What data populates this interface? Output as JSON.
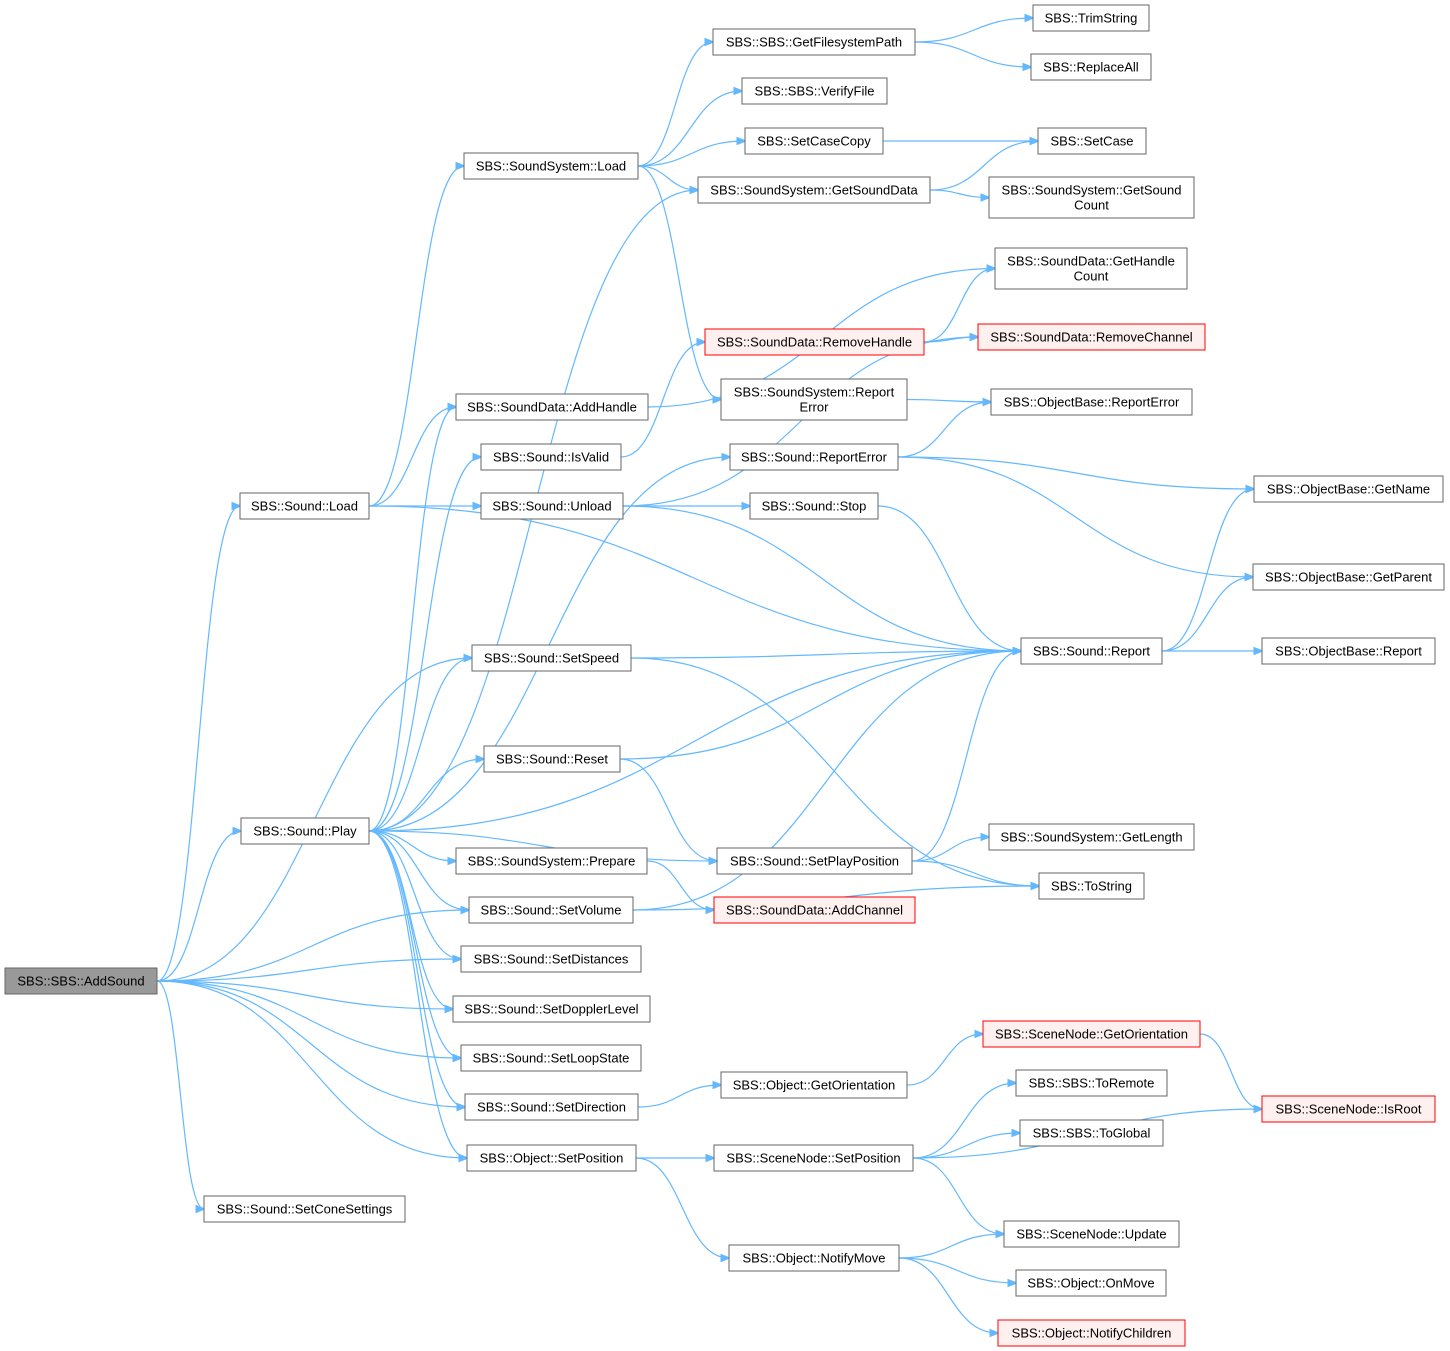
{
  "colors": {
    "edge": "#63b8ff",
    "node_fill": "#ffffff",
    "node_stroke": "#666666",
    "root_fill": "#999999",
    "root_stroke": "#666666",
    "red_fill": "#fff0f0",
    "red_stroke": "#ff0000"
  },
  "nodes": [
    {
      "id": "addsound",
      "label": [
        "SBS::SBS::AddSound"
      ],
      "style": "root"
    },
    {
      "id": "sound_load",
      "label": [
        "SBS::Sound::Load"
      ],
      "style": "normal"
    },
    {
      "id": "sound_play",
      "label": [
        "SBS::Sound::Play"
      ],
      "style": "normal"
    },
    {
      "id": "setconesettings",
      "label": [
        "SBS::Sound::SetConeSettings"
      ],
      "style": "normal"
    },
    {
      "id": "soundsystem_load",
      "label": [
        "SBS::SoundSystem::Load"
      ],
      "style": "normal"
    },
    {
      "id": "sounddata_addhandle",
      "label": [
        "SBS::SoundData::AddHandle"
      ],
      "style": "normal"
    },
    {
      "id": "sound_isvalid",
      "label": [
        "SBS::Sound::IsValid"
      ],
      "style": "normal"
    },
    {
      "id": "sound_unload",
      "label": [
        "SBS::Sound::Unload"
      ],
      "style": "normal"
    },
    {
      "id": "sound_setspeed",
      "label": [
        "SBS::Sound::SetSpeed"
      ],
      "style": "normal"
    },
    {
      "id": "sound_reset",
      "label": [
        "SBS::Sound::Reset"
      ],
      "style": "normal"
    },
    {
      "id": "soundsystem_prepare",
      "label": [
        "SBS::SoundSystem::Prepare"
      ],
      "style": "normal"
    },
    {
      "id": "sound_setvolume",
      "label": [
        "SBS::Sound::SetVolume"
      ],
      "style": "normal"
    },
    {
      "id": "sound_setdistances",
      "label": [
        "SBS::Sound::SetDistances"
      ],
      "style": "normal"
    },
    {
      "id": "sound_setdopplerlevel",
      "label": [
        "SBS::Sound::SetDopplerLevel"
      ],
      "style": "normal"
    },
    {
      "id": "sound_setloopstate",
      "label": [
        "SBS::Sound::SetLoopState"
      ],
      "style": "normal"
    },
    {
      "id": "sound_setdirection",
      "label": [
        "SBS::Sound::SetDirection"
      ],
      "style": "normal"
    },
    {
      "id": "object_setposition",
      "label": [
        "SBS::Object::SetPosition"
      ],
      "style": "normal"
    },
    {
      "id": "getfilesystempath",
      "label": [
        "SBS::SBS::GetFilesystemPath"
      ],
      "style": "normal"
    },
    {
      "id": "verifyfile",
      "label": [
        "SBS::SBS::VerifyFile"
      ],
      "style": "normal"
    },
    {
      "id": "setcasecopy",
      "label": [
        "SBS::SetCaseCopy"
      ],
      "style": "normal"
    },
    {
      "id": "getsounddata",
      "label": [
        "SBS::SoundSystem::GetSoundData"
      ],
      "style": "normal"
    },
    {
      "id": "sounddata_removehandle",
      "label": [
        "SBS::SoundData::RemoveHandle"
      ],
      "style": "red"
    },
    {
      "id": "soundsystem_reporterror",
      "label": [
        "SBS::SoundSystem::Report",
        "Error"
      ],
      "style": "normal"
    },
    {
      "id": "sound_reporterror",
      "label": [
        "SBS::Sound::ReportError"
      ],
      "style": "normal"
    },
    {
      "id": "sound_stop",
      "label": [
        "SBS::Sound::Stop"
      ],
      "style": "normal"
    },
    {
      "id": "sound_setplayposition",
      "label": [
        "SBS::Sound::SetPlayPosition"
      ],
      "style": "normal"
    },
    {
      "id": "sounddata_addchannel",
      "label": [
        "SBS::SoundData::AddChannel"
      ],
      "style": "red"
    },
    {
      "id": "object_getorientation",
      "label": [
        "SBS::Object::GetOrientation"
      ],
      "style": "normal"
    },
    {
      "id": "scenenode_setposition",
      "label": [
        "SBS::SceneNode::SetPosition"
      ],
      "style": "normal"
    },
    {
      "id": "object_notifymove",
      "label": [
        "SBS::Object::NotifyMove"
      ],
      "style": "normal"
    },
    {
      "id": "trimstring",
      "label": [
        "SBS::TrimString"
      ],
      "style": "normal"
    },
    {
      "id": "replaceall",
      "label": [
        "SBS::ReplaceAll"
      ],
      "style": "normal"
    },
    {
      "id": "setcase",
      "label": [
        "SBS::SetCase"
      ],
      "style": "normal"
    },
    {
      "id": "getsoundcount",
      "label": [
        "SBS::SoundSystem::GetSound",
        "Count"
      ],
      "style": "normal"
    },
    {
      "id": "gethandlecount",
      "label": [
        "SBS::SoundData::GetHandle",
        "Count"
      ],
      "style": "normal"
    },
    {
      "id": "removechannel",
      "label": [
        "SBS::SoundData::RemoveChannel"
      ],
      "style": "red"
    },
    {
      "id": "objectbase_reporterror",
      "label": [
        "SBS::ObjectBase::ReportError"
      ],
      "style": "normal"
    },
    {
      "id": "sound_report",
      "label": [
        "SBS::Sound::Report"
      ],
      "style": "normal"
    },
    {
      "id": "getlength",
      "label": [
        "SBS::SoundSystem::GetLength"
      ],
      "style": "normal"
    },
    {
      "id": "tostring",
      "label": [
        "SBS::ToString"
      ],
      "style": "normal"
    },
    {
      "id": "scenenode_getorientation",
      "label": [
        "SBS::SceneNode::GetOrientation"
      ],
      "style": "red"
    },
    {
      "id": "toremote",
      "label": [
        "SBS::SBS::ToRemote"
      ],
      "style": "normal"
    },
    {
      "id": "toglobal",
      "label": [
        "SBS::SBS::ToGlobal"
      ],
      "style": "normal"
    },
    {
      "id": "scenenode_update",
      "label": [
        "SBS::SceneNode::Update"
      ],
      "style": "normal"
    },
    {
      "id": "object_onmove",
      "label": [
        "SBS::Object::OnMove"
      ],
      "style": "normal"
    },
    {
      "id": "notifychildren",
      "label": [
        "SBS::Object::NotifyChildren"
      ],
      "style": "red"
    },
    {
      "id": "objectbase_getname",
      "label": [
        "SBS::ObjectBase::GetName"
      ],
      "style": "normal"
    },
    {
      "id": "objectbase_getparent",
      "label": [
        "SBS::ObjectBase::GetParent"
      ],
      "style": "normal"
    },
    {
      "id": "objectbase_report",
      "label": [
        "SBS::ObjectBase::Report"
      ],
      "style": "normal"
    },
    {
      "id": "scenenode_isroot",
      "label": [
        "SBS::SceneNode::IsRoot"
      ],
      "style": "red"
    }
  ],
  "edges": [
    [
      "addsound",
      "sound_load"
    ],
    [
      "addsound",
      "sound_play"
    ],
    [
      "addsound",
      "setconesettings"
    ],
    [
      "addsound",
      "sound_setspeed"
    ],
    [
      "addsound",
      "sound_setvolume"
    ],
    [
      "addsound",
      "sound_setdistances"
    ],
    [
      "addsound",
      "sound_setdopplerlevel"
    ],
    [
      "addsound",
      "sound_setloopstate"
    ],
    [
      "addsound",
      "sound_setdirection"
    ],
    [
      "addsound",
      "object_setposition"
    ],
    [
      "sound_load",
      "soundsystem_load"
    ],
    [
      "sound_load",
      "sounddata_addhandle"
    ],
    [
      "sound_load",
      "sound_unload"
    ],
    [
      "sound_load",
      "sound_report"
    ],
    [
      "sound_play",
      "sound_isvalid"
    ],
    [
      "sound_play",
      "sounddata_addhandle"
    ],
    [
      "sound_play",
      "getsounddata"
    ],
    [
      "sound_play",
      "sound_reporterror"
    ],
    [
      "sound_play",
      "sound_setspeed"
    ],
    [
      "sound_play",
      "sound_reset"
    ],
    [
      "sound_play",
      "soundsystem_prepare"
    ],
    [
      "sound_play",
      "sound_setvolume"
    ],
    [
      "sound_play",
      "sound_setdistances"
    ],
    [
      "sound_play",
      "sound_setdopplerlevel"
    ],
    [
      "sound_play",
      "sound_setloopstate"
    ],
    [
      "sound_play",
      "sound_setdirection"
    ],
    [
      "sound_play",
      "object_setposition"
    ],
    [
      "sound_play",
      "sound_setplayposition"
    ],
    [
      "sound_play",
      "sound_report"
    ],
    [
      "soundsystem_load",
      "getfilesystempath"
    ],
    [
      "soundsystem_load",
      "verifyfile"
    ],
    [
      "soundsystem_load",
      "setcasecopy"
    ],
    [
      "soundsystem_load",
      "getsounddata"
    ],
    [
      "soundsystem_load",
      "soundsystem_reporterror"
    ],
    [
      "getfilesystempath",
      "trimstring"
    ],
    [
      "getfilesystempath",
      "replaceall"
    ],
    [
      "setcasecopy",
      "setcase"
    ],
    [
      "getsounddata",
      "setcase"
    ],
    [
      "getsounddata",
      "getsoundcount"
    ],
    [
      "sounddata_addhandle",
      "gethandlecount"
    ],
    [
      "sound_isvalid",
      "sounddata_removehandle"
    ],
    [
      "sound_unload",
      "removechannel"
    ],
    [
      "sound_unload",
      "sound_stop"
    ],
    [
      "sound_unload",
      "sound_report"
    ],
    [
      "sounddata_removehandle",
      "removechannel"
    ],
    [
      "sounddata_removehandle",
      "gethandlecount"
    ],
    [
      "soundsystem_reporterror",
      "objectbase_reporterror"
    ],
    [
      "sound_reporterror",
      "objectbase_reporterror"
    ],
    [
      "sound_reporterror",
      "objectbase_getname"
    ],
    [
      "sound_reporterror",
      "objectbase_getparent"
    ],
    [
      "sound_stop",
      "sound_report"
    ],
    [
      "sound_setspeed",
      "sound_report"
    ],
    [
      "sound_setspeed",
      "tostring"
    ],
    [
      "sound_reset",
      "sound_report"
    ],
    [
      "sound_reset",
      "sound_setplayposition"
    ],
    [
      "sound_setplayposition",
      "sound_report"
    ],
    [
      "sound_setplayposition",
      "getlength"
    ],
    [
      "sound_setplayposition",
      "tostring"
    ],
    [
      "soundsystem_prepare",
      "sounddata_addchannel"
    ],
    [
      "sound_setvolume",
      "sound_report"
    ],
    [
      "sound_setvolume",
      "tostring"
    ],
    [
      "sound_report",
      "objectbase_getname"
    ],
    [
      "sound_report",
      "objectbase_getparent"
    ],
    [
      "sound_report",
      "objectbase_report"
    ],
    [
      "sound_setdirection",
      "object_getorientation"
    ],
    [
      "object_getorientation",
      "scenenode_getorientation"
    ],
    [
      "scenenode_getorientation",
      "scenenode_isroot"
    ],
    [
      "object_setposition",
      "scenenode_setposition"
    ],
    [
      "object_setposition",
      "object_notifymove"
    ],
    [
      "scenenode_setposition",
      "toremote"
    ],
    [
      "scenenode_setposition",
      "toglobal"
    ],
    [
      "scenenode_setposition",
      "scenenode_update"
    ],
    [
      "scenenode_setposition",
      "scenenode_isroot"
    ],
    [
      "object_notifymove",
      "scenenode_update"
    ],
    [
      "object_notifymove",
      "object_onmove"
    ],
    [
      "object_notifymove",
      "notifychildren"
    ]
  ]
}
